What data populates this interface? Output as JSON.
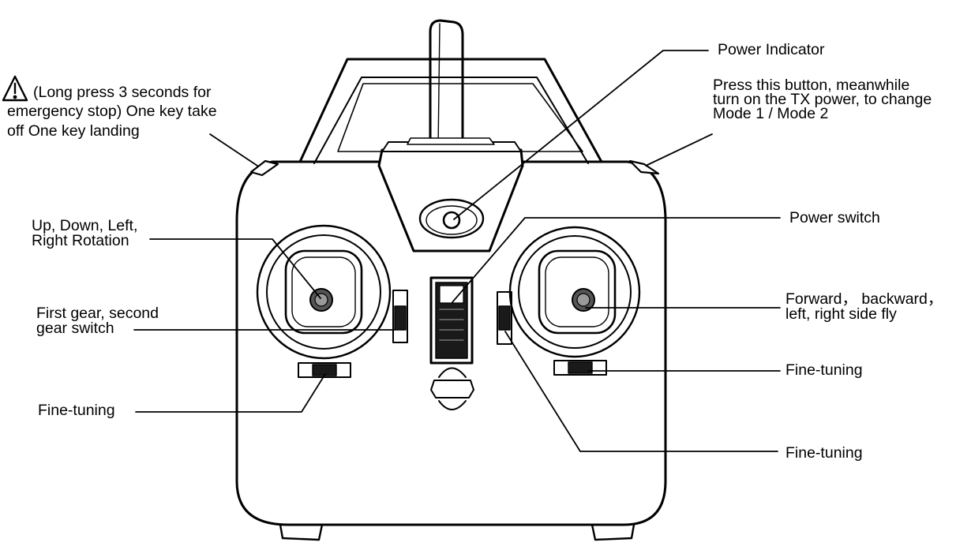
{
  "labels": {
    "emergency": [
      "(Long press 3 seconds for",
      "emergency stop)  One key take",
      "off   One key landing"
    ],
    "power_indicator": [
      "Power Indicator"
    ],
    "mode_button": [
      "Press this button, meanwhile",
      "turn on the TX power, to change",
      "Mode 1 / Mode 2"
    ],
    "left_stick": [
      "Up, Down, Left,",
      "Right Rotation"
    ],
    "power_switch": [
      "Power switch"
    ],
    "gear_switch": [
      "First gear, second",
      "gear switch"
    ],
    "right_stick": [
      "Forward， backward，",
      "left, right side fly"
    ],
    "fine_tuning_right": [
      "Fine-tuning"
    ],
    "fine_tuning_left": [
      "Fine-tuning"
    ],
    "fine_tuning_bottom": [
      "Fine-tuning"
    ]
  },
  "icons": {
    "warning": "warning-triangle-icon"
  },
  "colors": {
    "line": "#000000",
    "background": "#ffffff",
    "stick_fill": "#555555",
    "switch_fill": "#1a1a1a"
  }
}
